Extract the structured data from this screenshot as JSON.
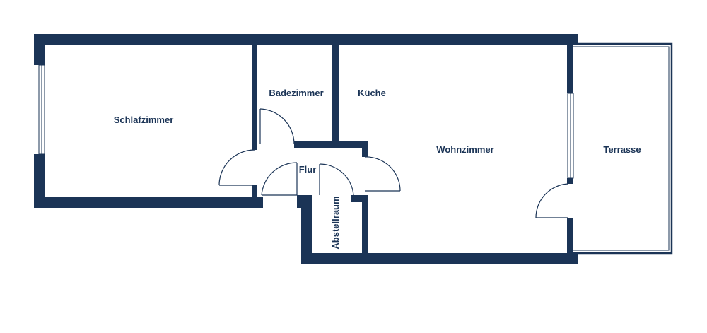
{
  "floorplan": {
    "colors": {
      "wall": "#1b3456",
      "thin_line": "#1b3456",
      "background": "#ffffff"
    },
    "rooms": {
      "schlafzimmer": "Schlafzimmer",
      "badezimmer": "Badezimmer",
      "kueche": "Küche",
      "wohnzimmer": "Wohnzimmer",
      "terrasse": "Terrasse",
      "flur": "Flur",
      "abstellraum": "Abstellraum"
    }
  }
}
